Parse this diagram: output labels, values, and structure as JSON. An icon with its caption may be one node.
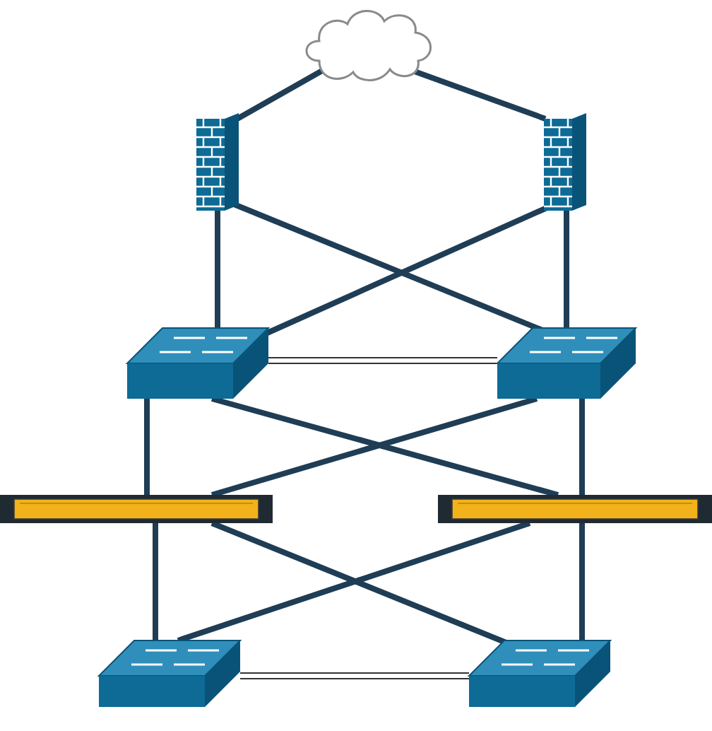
{
  "diagram": {
    "nodes": [
      {
        "text": [],
        "shape": "cloud"
      },
      {
        "text": [],
        "shape": "wall"
      },
      {
        "text": [],
        "shape": "wall"
      },
      {
        "text": [],
        "shape": "box"
      },
      {
        "text": [],
        "shape": "box"
      },
      {
        "text": [],
        "shape": "bar"
      },
      {
        "text": [],
        "shape": "bar"
      },
      {
        "text": [],
        "shape": "box"
      },
      {
        "text": [],
        "shape": "box"
      }
    ],
    "edges": [
      {
        "from": 0,
        "to": 1,
        "arrow": "none"
      },
      {
        "from": 0,
        "to": 2,
        "arrow": "none"
      },
      {
        "from": 1,
        "to": 3,
        "arrow": "none"
      },
      {
        "from": 1,
        "to": 4,
        "arrow": "none"
      },
      {
        "from": 2,
        "to": 3,
        "arrow": "none"
      },
      {
        "from": 2,
        "to": 4,
        "arrow": "none"
      },
      {
        "from": 3,
        "to": 4,
        "arrow": "none"
      },
      {
        "from": 3,
        "to": 5,
        "arrow": "none"
      },
      {
        "from": 3,
        "to": 6,
        "arrow": "none"
      },
      {
        "from": 4,
        "to": 5,
        "arrow": "none"
      },
      {
        "from": 4,
        "to": 6,
        "arrow": "none"
      },
      {
        "from": 5,
        "to": 7,
        "arrow": "none"
      },
      {
        "from": 5,
        "to": 8,
        "arrow": "none"
      },
      {
        "from": 6,
        "to": 7,
        "arrow": "none"
      },
      {
        "from": 6,
        "to": 8,
        "arrow": "none"
      },
      {
        "from": 7,
        "to": 8,
        "arrow": "none"
      }
    ]
  }
}
